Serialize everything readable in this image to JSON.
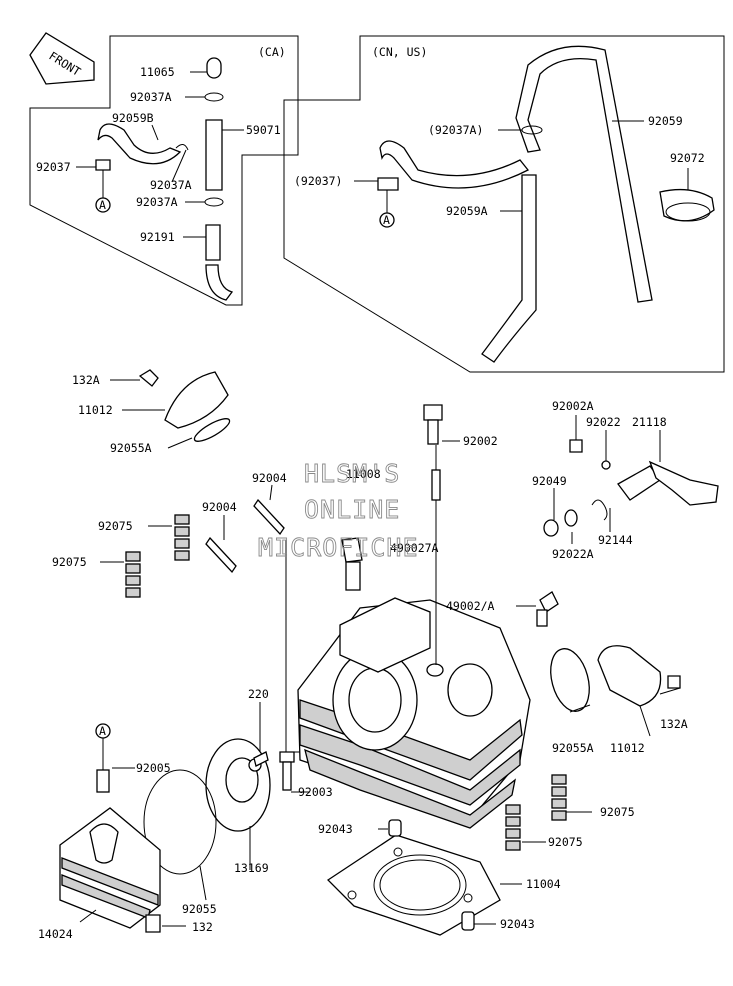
{
  "front_badge": "FRONT",
  "groups": {
    "ca": "(CA)",
    "cn_us": "(CN, US)"
  },
  "watermark": [
    "HLSM'S",
    "ONLINE",
    "MICROFICHE"
  ],
  "circle_a": "A",
  "labels": {
    "l11065": "11065",
    "l92037A_ca1": "92037A",
    "l92059B": "92059B",
    "l59071": "59071",
    "l92037_ca": "92037",
    "l92037A_ca2": "92037A",
    "l92037A_ca3": "92037A",
    "l92191": "92191",
    "l92037A_us": "(92037A)",
    "l92059": "92059",
    "l92072": "92072",
    "l92037_us": "(92037)",
    "l92059A": "92059A",
    "l132A_top": "132A",
    "l11012_top": "11012",
    "l92055A_top": "92055A",
    "l92002": "92002",
    "l92002A": "92002A",
    "l92022": "92022",
    "l21118": "21118",
    "l11008": "11008",
    "l92004_a": "92004",
    "l92004_b": "92004",
    "l92049": "92049",
    "l92075_a": "92075",
    "l92075_b": "92075",
    "l490027A": "490027A",
    "l92022A": "92022A",
    "l92144": "92144",
    "l49002A": "49002/A",
    "l220": "220",
    "l132A_right": "132A",
    "l92055A_right": "92055A",
    "l11012_right": "11012",
    "l92005": "92005",
    "l92003": "92003",
    "l92075_c": "92075",
    "l92043_a": "92043",
    "l92075_d": "92075",
    "l13169": "13169",
    "l11004": "11004",
    "l92055": "92055",
    "l14024": "14024",
    "l132": "132",
    "l92043_b": "92043"
  }
}
